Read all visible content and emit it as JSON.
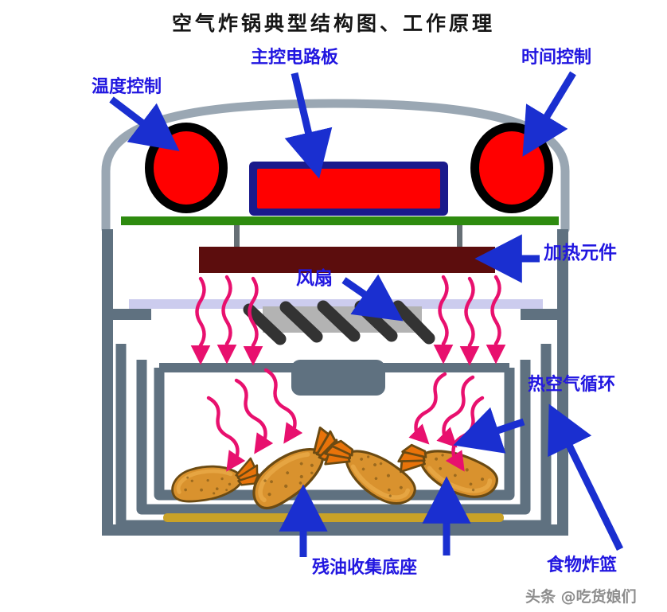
{
  "diagram": {
    "title": "空气炸锅典型结构图、工作原理",
    "watermark": "头条 @吃货娘们",
    "label_color": "#2116e0",
    "title_color": "#161616",
    "labels": [
      {
        "key": "temperature_control",
        "text": "温度控制",
        "name": "label-temperature-control"
      },
      {
        "key": "main_control_board",
        "text": "主控电路板",
        "name": "label-main-control-board"
      },
      {
        "key": "time_control",
        "text": "时间控制",
        "name": "label-time-control"
      },
      {
        "key": "heating_element",
        "text": "加热元件",
        "name": "label-heating-element"
      },
      {
        "key": "fan",
        "text": "风扇",
        "name": "label-fan"
      },
      {
        "key": "hot_air_circulation",
        "text": "热空气循环",
        "name": "label-hot-air-circulation"
      },
      {
        "key": "oil_collection_base",
        "text": "残油收集底座",
        "name": "label-oil-collection-base"
      },
      {
        "key": "food_frying_basket",
        "text": "食物炸篮",
        "name": "label-food-frying-basket"
      }
    ],
    "parts": {
      "temperature_knob": "温度控制",
      "time_knob": "时间控制",
      "display_panel": "主控电路板",
      "heating_element": "加热元件",
      "fan": "风扇",
      "hot_air_circulation": "热空气循环",
      "oil_collection_base": "残油收集底座",
      "food_frying_basket": "食物炸篮",
      "food_items_count": 4,
      "fan_blade_count": 5,
      "heat_wave_count": 12
    },
    "colors": {
      "body_outline": "#9aa7b3",
      "body_wall": "#5f7180",
      "knob_fill": "#ff0000",
      "knob_stroke": "#000000",
      "panel_fill": "#ff0000",
      "panel_stroke": "#1a1a8c",
      "pcb_bar": "#2e8b0f",
      "heating_bar": "#5c0d0d",
      "fan_plate": "#b3b3b3",
      "fan_blade": "#333333",
      "lavender_strip": "#ccccee",
      "heat_wave": "#e8106e",
      "arrow_blue": "#1a2fd0",
      "oil_tray": "#c9a227",
      "food_fill": "#d9922e",
      "food_light": "#e8a845",
      "food_stroke": "#6b4a12",
      "food_tail": "#e8730a",
      "background": "#ffffff"
    }
  }
}
